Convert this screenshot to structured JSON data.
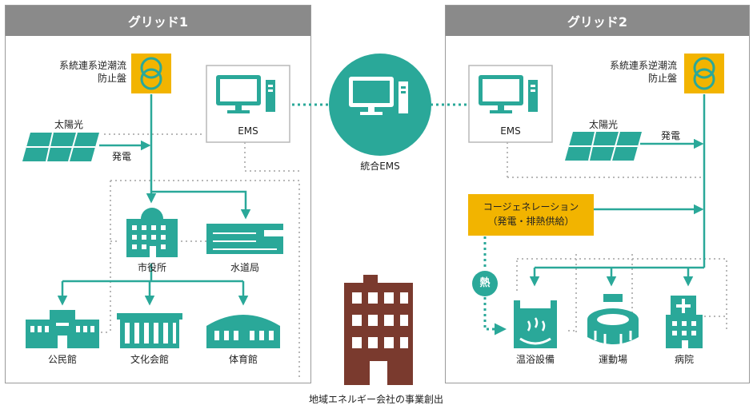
{
  "grid1": {
    "title": "グリッド1"
  },
  "grid2": {
    "title": "グリッド2"
  },
  "protection_panel": {
    "line1": "系統連系逆潮流",
    "line2": "防止盤"
  },
  "solar": {
    "label": "太陽光"
  },
  "generation": {
    "label": "発電"
  },
  "ems": {
    "label": "EMS"
  },
  "integrated_ems": {
    "label": "統合EMS"
  },
  "buildings": {
    "city_hall": "市役所",
    "waterworks": "水道局",
    "community_center": "公民館",
    "culture_hall": "文化会館",
    "gymnasium": "体育館",
    "bath": "温浴設備",
    "stadium": "運動場",
    "hospital": "病院"
  },
  "cogeneration": {
    "line1": "コージェネレーション",
    "line2": "（発電・排熱供給）"
  },
  "heat": {
    "label": "熱"
  },
  "company": {
    "label": "地域エネルギー会社の事業創出"
  },
  "colors": {
    "teal": "#2aa899",
    "yellow": "#f2b400",
    "header_gray": "#8a8a8a",
    "brown": "#7a3a2e",
    "dotted_gray": "#b8b8b8"
  }
}
